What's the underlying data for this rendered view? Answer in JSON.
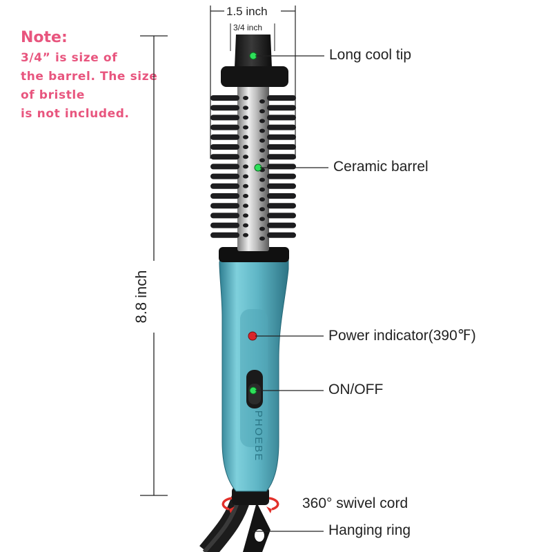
{
  "note": {
    "title": "Note:",
    "lines": [
      "3/4”  is size of",
      "the barrel. The size",
      "of bristle",
      "is not included."
    ]
  },
  "dimensions": {
    "width_outer": "1.5 inch",
    "width_barrel": "3/4 inch",
    "length": "8.8 inch"
  },
  "callouts": {
    "cool_tip": "Long cool tip",
    "barrel": "Ceramic barrel",
    "power": "Power indicator(390℉)",
    "onoff": "ON/OFF",
    "swivel": "360° swivel cord",
    "ring": "Hanging ring"
  },
  "brand": "PHOEBE",
  "colors": {
    "note": "#e8557e",
    "handle": "#5fb6c6",
    "bristle": "#1d1d1f",
    "indicator_green": "#2ee05a",
    "indicator_red": "#d9262b",
    "swivel_arrow": "#e2302a"
  }
}
